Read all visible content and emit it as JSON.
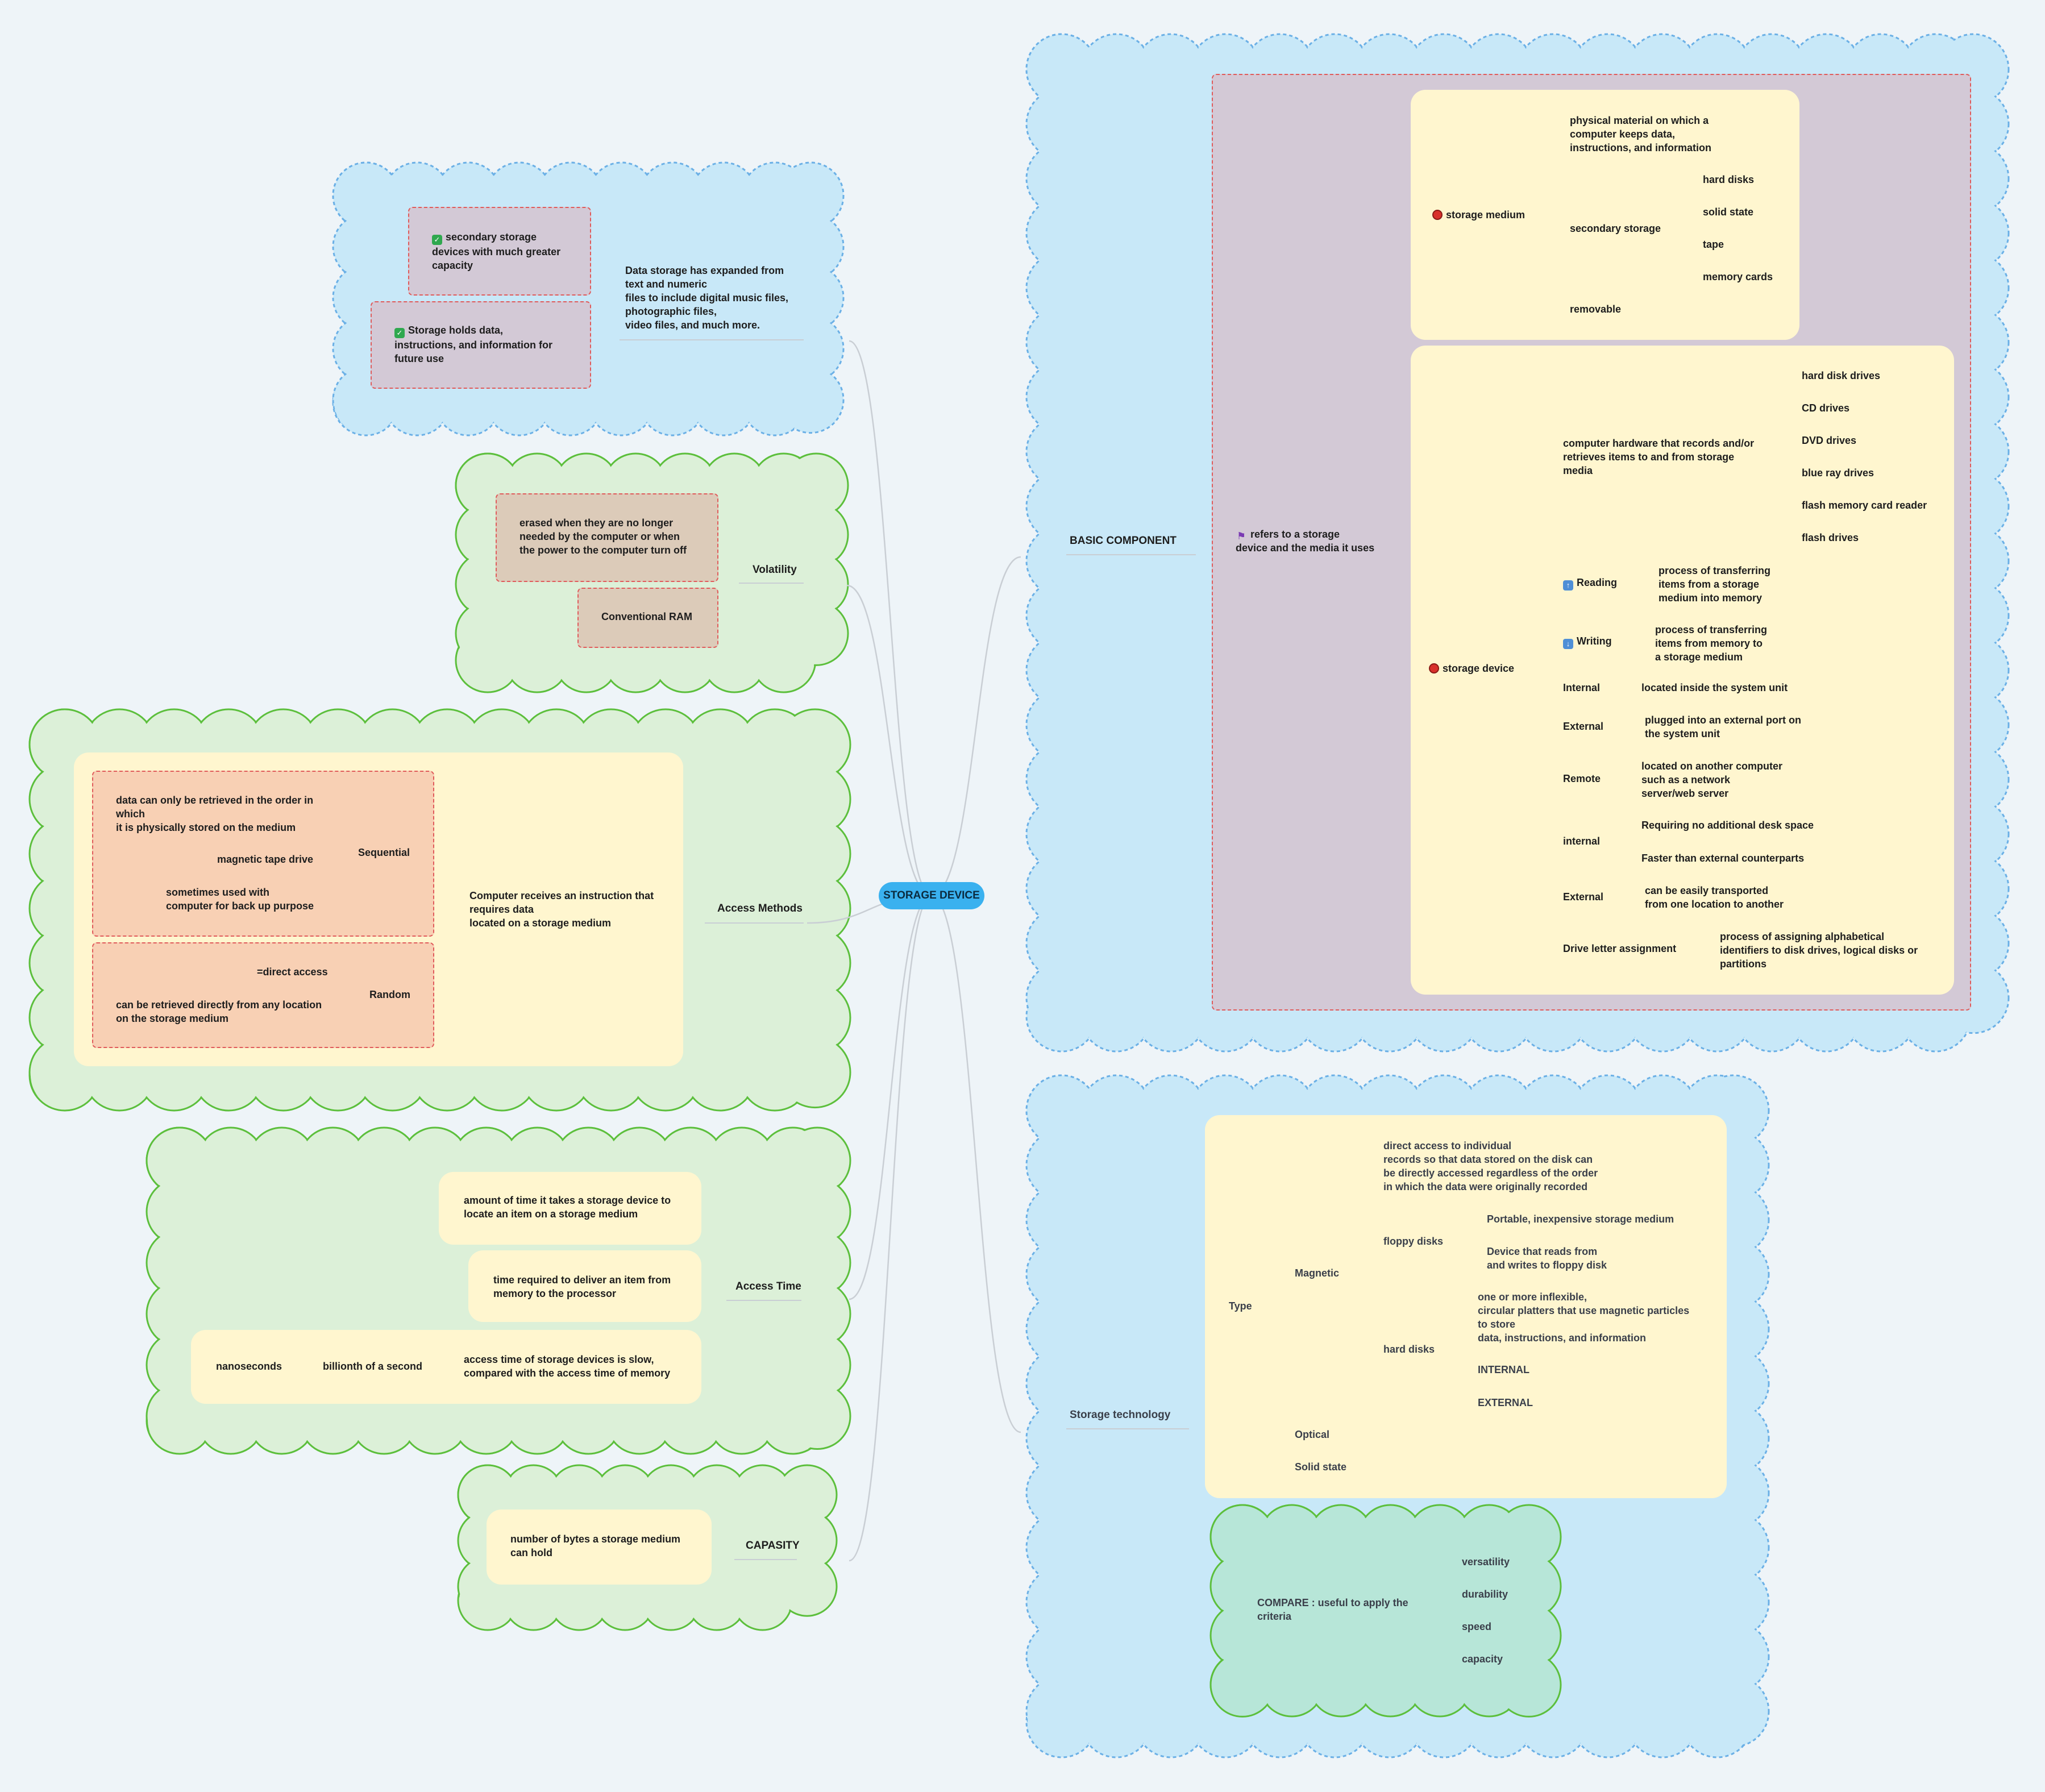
{
  "root": "STORAGE DEVICE",
  "colors": {
    "blue_cloud": "#c8e8f8",
    "blue_cloud_border": "#6bb0e6",
    "green_cloud": "#dcf0d8",
    "green_cloud_border": "#5cbf3c",
    "teal_cloud": "#b7e6d8",
    "purple_box": "#d3c9d6",
    "tan_box": "#dccbb9",
    "salmon_box": "#f8d0b4",
    "yellow_box": "#fff6cf",
    "root_bg": "#3ab1ef"
  },
  "left": {
    "storage_intro": {
      "main": "Data storage has expanded from\ntext and numeric\nfiles to include digital music files,\nphotographic files,\nvideo files, and much more.",
      "secondary": "secondary storage\ndevices with much greater\ncapacity",
      "holds": "Storage holds data,\ninstructions, and information for\nfuture use"
    },
    "volatility": {
      "label": "Volatility",
      "erased": "erased when they are no longer\nneeded by the computer or when\nthe power to the computer turn off",
      "ram": "Conventional RAM"
    },
    "access_methods": {
      "label": "Access Methods",
      "main": "Computer receives an instruction that\nrequires data\nlocated on a storage medium",
      "sequential": "Sequential",
      "seq_items": [
        "data can only be retrieved in the order in\nwhich\nit is physically stored on the medium",
        "magnetic tape drive",
        "sometimes used with\ncomputer for back up purpose"
      ],
      "random": "Random",
      "rand_items": [
        "=direct access",
        "can be retrieved directly from any location\non the storage medium"
      ]
    },
    "access_time": {
      "label": "Access Time",
      "items": [
        "amount of time it takes a storage device to\nlocate an item on a storage medium",
        "time required to deliver an item from\nmemory to the processor",
        "access time of storage devices is slow,\ncompared with the access time of memory"
      ],
      "billionth": "billionth of a second",
      "nanoseconds": "nanoseconds"
    },
    "capacity": {
      "label": "CAPASITY",
      "item": "number of bytes a storage medium\ncan hold"
    }
  },
  "right": {
    "basic": {
      "label": "BASIC COMPONENT",
      "refers": "refers to a storage\ndevice and the media it uses",
      "medium": {
        "label": "storage medium",
        "definition": "physical material on which a\ncomputer keeps data,\ninstructions, and information",
        "secondary": "secondary storage",
        "secondary_items": [
          "hard disks",
          "solid state",
          "tape",
          "memory cards"
        ],
        "removable": "removable"
      },
      "device": {
        "label": "storage device",
        "hardware": "computer hardware that records and/or\nretrieves items to and from storage\nmedia",
        "drives": [
          "hard disk drives",
          "CD drives",
          "DVD drives",
          "blue ray drives",
          "flash memory card reader",
          "flash drives"
        ],
        "reading": "Reading",
        "reading_def": "process of transferring\nitems from a storage\nmedium into memory",
        "writing": "Writing",
        "writing_def": "process of transferring\nitems from memory to\na storage medium",
        "internal": "Internal",
        "internal_def": "located inside the system unit",
        "external": "External",
        "external_def": "plugged into an external port on\nthe system unit",
        "remote": "Remote",
        "remote_def": "located on another computer\nsuch as a network\nserver/web server",
        "internal2": "internal",
        "internal2_items": [
          "Requiring no additional desk space",
          "Faster than external counterparts"
        ],
        "external2": "External",
        "external2_def": "can be easily transported\nfrom one location to another",
        "drive_letter": "Drive letter assignment",
        "drive_letter_def": "process of assigning alphabetical\nidentifiers to disk drives, logical disks or\npartitions"
      }
    },
    "tech": {
      "label": "Storage technology",
      "type": "Type",
      "magnetic": "Magnetic",
      "direct": "direct access to individual\nrecords so that data stored on the disk can\nbe directly accessed regardless of the order\nin which the data were originally recorded",
      "floppy": "floppy disks",
      "floppy_items": [
        "Portable, inexpensive storage medium",
        "Device that reads from\nand writes to floppy disk"
      ],
      "hard": "hard disks",
      "hard_items": [
        "one or more inflexible,\ncircular platters that use magnetic particles\nto store\ndata, instructions, and information",
        "INTERNAL",
        "EXTERNAL"
      ],
      "optical": "Optical",
      "solid": "Solid state",
      "compare": "COMPARE : useful to apply the\ncriteria",
      "compare_items": [
        "versatility",
        "durability",
        "speed",
        "capacity"
      ]
    }
  }
}
